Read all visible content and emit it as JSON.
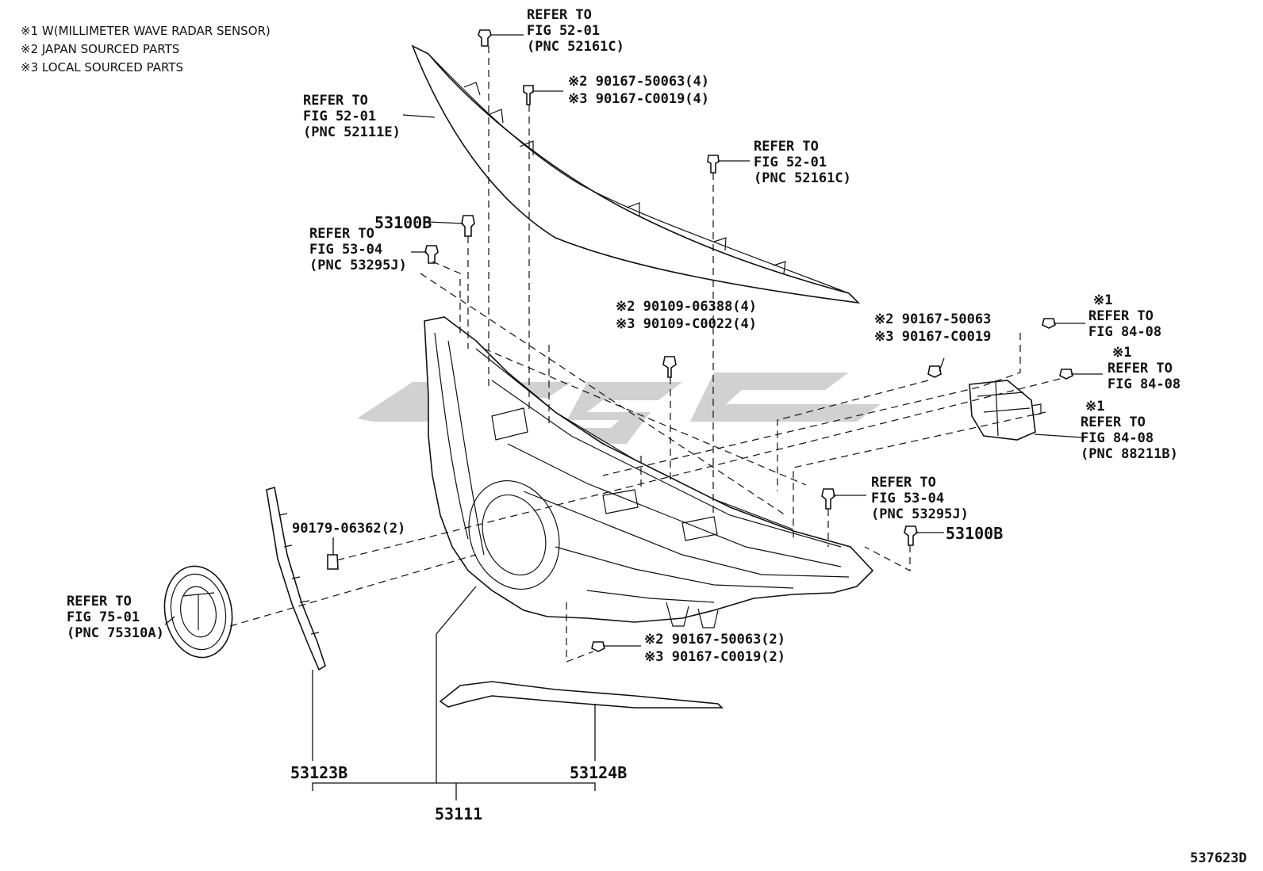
{
  "notes": [
    "※1 W(MILLIMETER WAVE RADAR SENSOR)",
    "※2 JAPAN SOURCED PARTS",
    "※3 LOCAL SOURCED PARTS"
  ],
  "refs": {
    "top_clip": [
      "REFER TO",
      "FIG 52-01",
      "(PNC 52161C)"
    ],
    "upper_mold": [
      "REFER TO",
      "FIG 52-01",
      "(PNC 52111E)"
    ],
    "right_clip": [
      "REFER TO",
      "FIG 52-01",
      "(PNC 52161C)"
    ],
    "left_clip": [
      "REFER TO",
      "FIG 53-04",
      "(PNC 53295J)"
    ],
    "radar1": [
      "※1",
      "REFER TO",
      "FIG 84-08"
    ],
    "radar2": [
      "※1",
      "REFER TO",
      "FIG 84-08"
    ],
    "radar3": [
      "※1",
      "REFER TO",
      "FIG 84-08",
      "(PNC 88211B)"
    ],
    "mid_clip": [
      "REFER TO",
      "FIG 53-04",
      "(PNC 53295J)"
    ],
    "emblem": [
      "REFER TO",
      "FIG 75-01",
      "(PNC 75310A)"
    ]
  },
  "screws": {
    "top": [
      "※2 90167-50063(4)",
      "※3 90167-C0019(4)"
    ],
    "bolt": [
      "※2 90109-06388(4)",
      "※3 90109-C0022(4)"
    ],
    "right": [
      "※2 90167-50063",
      "※3 90167-C0019"
    ],
    "bottom": [
      "※2 90167-50063(2)",
      "※3 90167-C0019(2)"
    ]
  },
  "part_numbers": {
    "clip_top": "53100B",
    "clip_right": "53100B",
    "nut": "90179-06362(2)",
    "side_mold": "53123B",
    "lower_mold": "53124B",
    "assembly": "53111"
  },
  "diagram_id": "537623D"
}
